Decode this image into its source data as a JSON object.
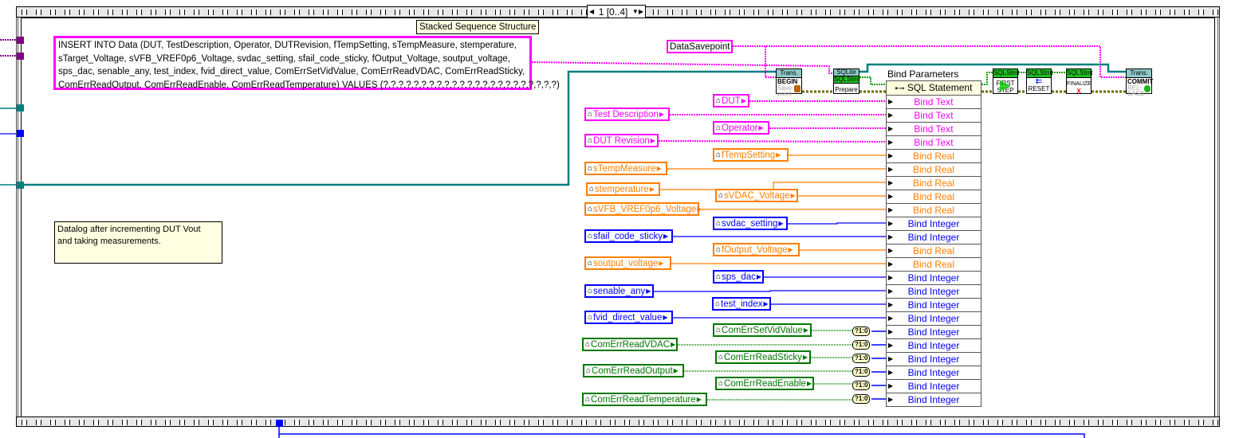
{
  "structure": {
    "selector_label": "1 [0..4]",
    "label": "Stacked Sequence Structure"
  },
  "sql_constant": {
    "lines": [
      "INSERT INTO Data (DUT, TestDescription, Operator, DUTRevision, fTempSetting, sTempMeasure, stemperature,",
      "sTarget_Voltage, sVFB_VREF0p6_Voltage,  svdac_setting, sfail_code_sticky, fOutput_Voltage, soutput_voltage,",
      "sps_dac, senable_any, test_index, fvid_direct_value, ComErrSetVidValue, ComErrReadVDAC, ComErrReadSticky,",
      "ComErrReadOutput, ComErrReadEnable, ComErrReadTemperature) VALUES (?,?,?,?,?,?,?,?,?,?,?,?,?,?,?,?,?,?,?,?,?,?,?)"
    ]
  },
  "comment": {
    "lines": [
      "Datalog after incrementing DUT Vout",
      "and taking measurements."
    ]
  },
  "data_savepoint_label": "DataSavepoint",
  "nodes": {
    "trans_begin": {
      "header": "Trans.",
      "line1": "BEGIN",
      "line2": "Save",
      "line3": "point"
    },
    "prepare": {
      "header": "SQLite",
      "subheader": "SQLStmt",
      "label": "Prepare"
    },
    "first_step": {
      "header": "SQLStmt",
      "line1": "FIRST",
      "line2": "STEP"
    },
    "reset": {
      "header": "SQLStmt",
      "label": "RESET"
    },
    "finalize": {
      "header": "SQLStmt",
      "label": "FINALIZE",
      "mark": "X"
    },
    "trans_commit": {
      "header": "Trans.",
      "line1": "COMMIT",
      "line2": "REL-",
      "line3": "EASE"
    }
  },
  "bind_parameters": {
    "title": "Bind Parameters",
    "header": "SQL Statement",
    "rows": [
      "Bind Text",
      "Bind Text",
      "Bind Text",
      "Bind Text",
      "Bind Real",
      "Bind Real",
      "Bind Real",
      "Bind Real",
      "Bind Real",
      "Bind Integer",
      "Bind Integer",
      "Bind Real",
      "Bind Real",
      "Bind Integer",
      "Bind Integer",
      "Bind Integer",
      "Bind Integer",
      "Bind Integer",
      "Bind Integer",
      "Bind Integer",
      "Bind Integer",
      "Bind Integer",
      "Bind Integer"
    ]
  },
  "locals": [
    {
      "name": "DUT",
      "type": "string"
    },
    {
      "name": "Test Description",
      "type": "string"
    },
    {
      "name": "Operator",
      "type": "string"
    },
    {
      "name": "DUT Revision",
      "type": "string"
    },
    {
      "name": "fTempSetting",
      "type": "real"
    },
    {
      "name": "sTempMeasure",
      "type": "real"
    },
    {
      "name": "stemperature",
      "type": "real"
    },
    {
      "name": "sVDAC_Voltage",
      "type": "real"
    },
    {
      "name": "sVFB_VREF0p6_Voltage",
      "type": "real"
    },
    {
      "name": "svdac_setting",
      "type": "integer"
    },
    {
      "name": "sfail_code_sticky",
      "type": "integer"
    },
    {
      "name": "fOutput_Voltage",
      "type": "real"
    },
    {
      "name": "soutput_voltage",
      "type": "real"
    },
    {
      "name": "sps_dac",
      "type": "integer"
    },
    {
      "name": "senable_any",
      "type": "integer"
    },
    {
      "name": "test_index",
      "type": "integer"
    },
    {
      "name": "fvid_direct_value",
      "type": "integer"
    },
    {
      "name": "ComErrSetVidValue",
      "type": "boolean"
    },
    {
      "name": "ComErrReadVDAC",
      "type": "boolean"
    },
    {
      "name": "ComErrReadSticky",
      "type": "boolean"
    },
    {
      "name": "ComErrReadOutput",
      "type": "boolean"
    },
    {
      "name": "ComErrReadEnable",
      "type": "boolean"
    },
    {
      "name": "ComErrReadTemperature",
      "type": "boolean"
    }
  ],
  "bool_to_int_label": "?1:0",
  "colors": {
    "string": "#ff00ff",
    "real": "#ff7f00",
    "integer": "#0000ff",
    "boolean": "#008000",
    "refnum": "#007f7f",
    "error": "#8a8a00"
  }
}
